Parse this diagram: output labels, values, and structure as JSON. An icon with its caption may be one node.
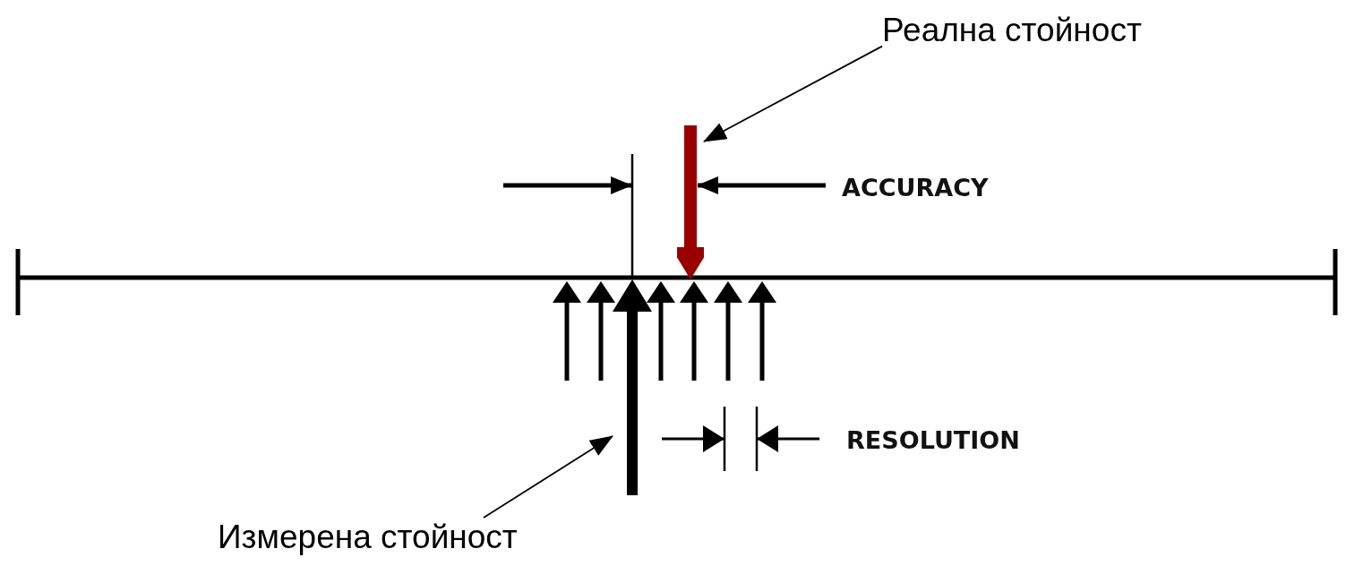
{
  "diagram": {
    "nodes": [
      {
        "text": [
          "Реална стойност"
        ]
      },
      {
        "text": [],
        "shape": "arrow"
      },
      {
        "text": [
          "Измерена стойност"
        ]
      },
      {
        "text": [],
        "shape": "arrow"
      }
    ],
    "edges": [
      {
        "from": 0,
        "to": 1,
        "arrow": "to"
      },
      {
        "from": 2,
        "to": 3,
        "arrow": "to"
      }
    ],
    "labels": [
      "ACCURACY",
      "RESOLUTION"
    ]
  }
}
